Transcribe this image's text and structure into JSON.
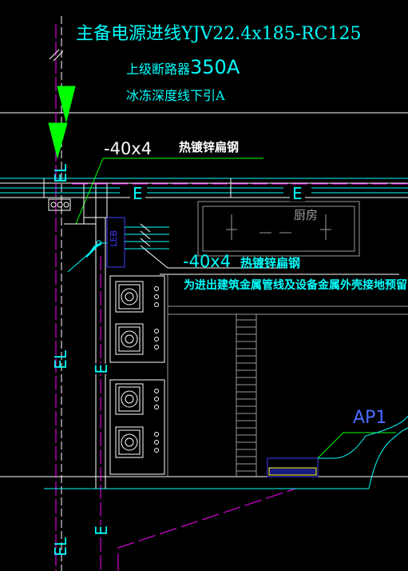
{
  "texts": {
    "main_feeder": "主备电源进线YJV22.4x185-RC125",
    "upper_breaker_prefix": "上级断路器",
    "upper_breaker_value": "350A",
    "frost_depth": "冰冻深度线下引A",
    "flat_steel_size_1": "-40x4",
    "flat_steel_label_1": "热镀锌扁钢",
    "flat_steel_size_2": "-40x4",
    "flat_steel_label_2": "热镀锌扁钢",
    "bonding_note": "为进出建筑金属管线及设备金属外壳接地预留",
    "kitchen": "厨房",
    "ap1": "AP1",
    "leb": "LEB",
    "el_top": "EL",
    "el_mid": "EL",
    "el_bottom": "EL",
    "e_horizontal_1": "E",
    "e_horizontal_2": "E",
    "e_vertical_1": "E",
    "e_vertical_2": "E"
  },
  "colors": {
    "background": "#000000",
    "cyan": "#00ffff",
    "green": "#00ff00",
    "white": "#ffffff",
    "magenta": "#ff00ff",
    "grey": "#9a9a9a",
    "blue": "#4040ff",
    "yellow": "#ffff00"
  }
}
